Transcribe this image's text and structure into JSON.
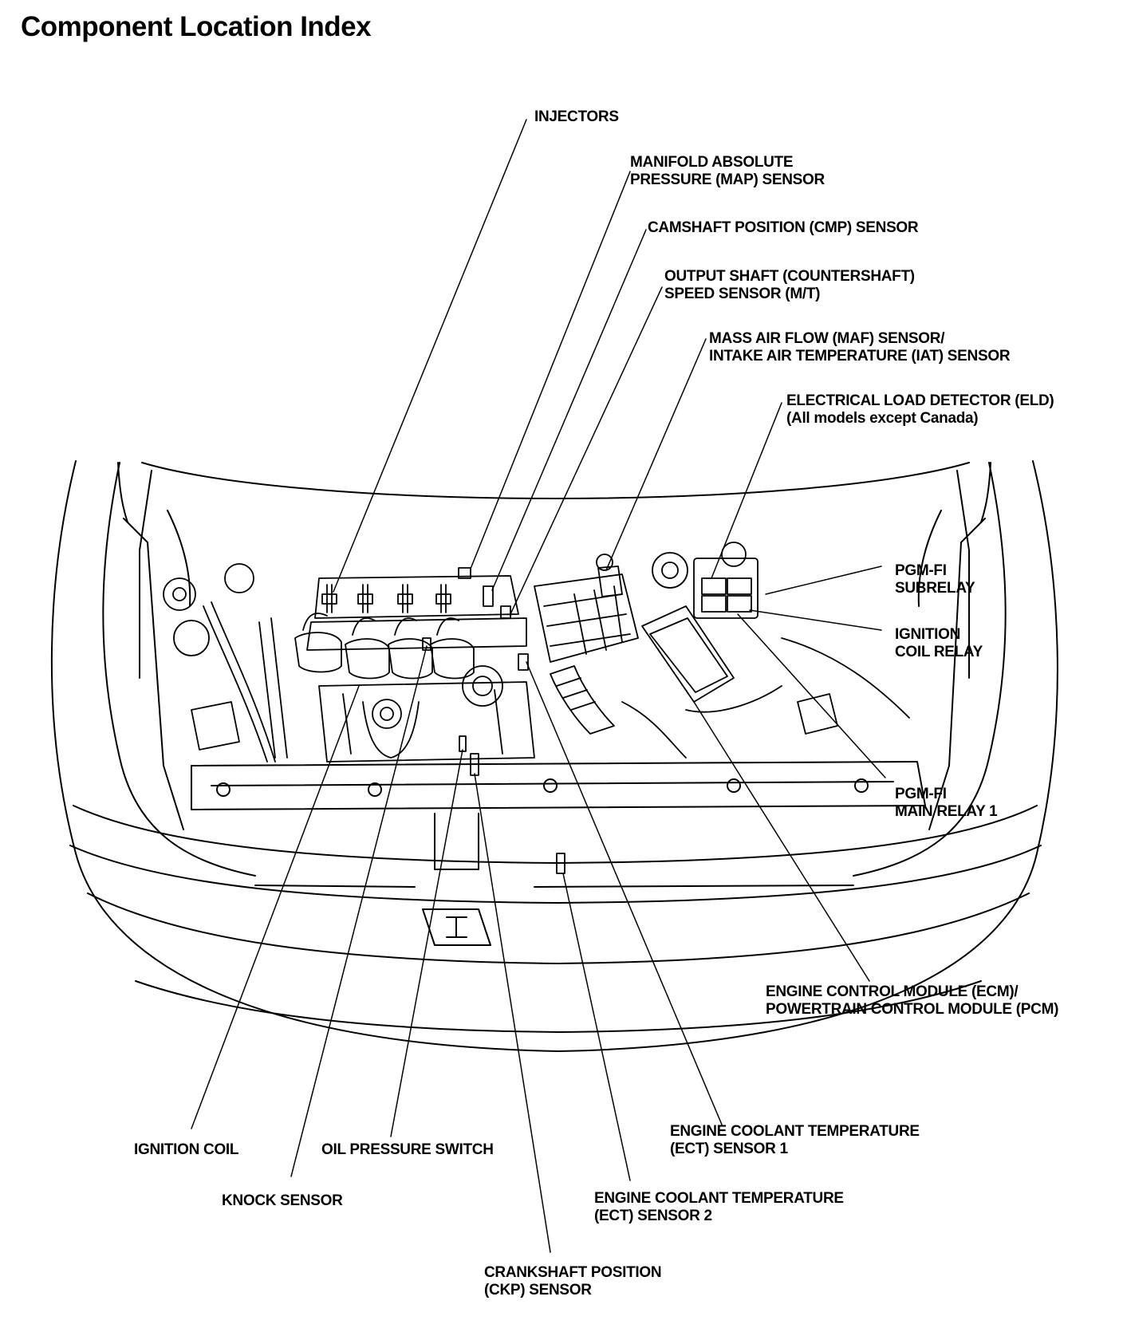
{
  "title": "Component Location Index",
  "labels": {
    "injectors": "INJECTORS",
    "map_sensor": [
      "MANIFOLD ABSOLUTE",
      "PRESSURE (MAP) SENSOR"
    ],
    "cmp_sensor": "CAMSHAFT POSITION (CMP) SENSOR",
    "output_shaft_sensor": [
      "OUTPUT SHAFT (COUNTERSHAFT)",
      "SPEED SENSOR (M/T)"
    ],
    "maf_iat_sensor": [
      "MASS AIR FLOW (MAF) SENSOR/",
      "INTAKE AIR TEMPERATURE (IAT) SENSOR"
    ],
    "eld": [
      "ELECTRICAL LOAD DETECTOR (ELD)",
      "(All models except Canada)"
    ],
    "pgm_fi_subrelay": [
      "PGM-FI",
      "SUBRELAY"
    ],
    "ignition_coil_relay": [
      "IGNITION",
      "COIL RELAY"
    ],
    "pgm_fi_main_relay": [
      "PGM-FI",
      "MAIN RELAY 1"
    ],
    "ecm_pcm": [
      "ENGINE CONTROL MODULE (ECM)/",
      "POWERTRAIN CONTROL MODULE (PCM)"
    ],
    "ect_sensor_1": [
      "ENGINE COOLANT TEMPERATURE",
      "(ECT) SENSOR 1"
    ],
    "ect_sensor_2": [
      "ENGINE COOLANT TEMPERATURE",
      "(ECT) SENSOR 2"
    ],
    "ignition_coil": "IGNITION COIL",
    "oil_pressure_switch": "OIL PRESSURE SWITCH",
    "knock_sensor": "KNOCK SENSOR",
    "ckp_sensor": [
      "CRANKSHAFT POSITION",
      "(CKP) SENSOR"
    ]
  }
}
